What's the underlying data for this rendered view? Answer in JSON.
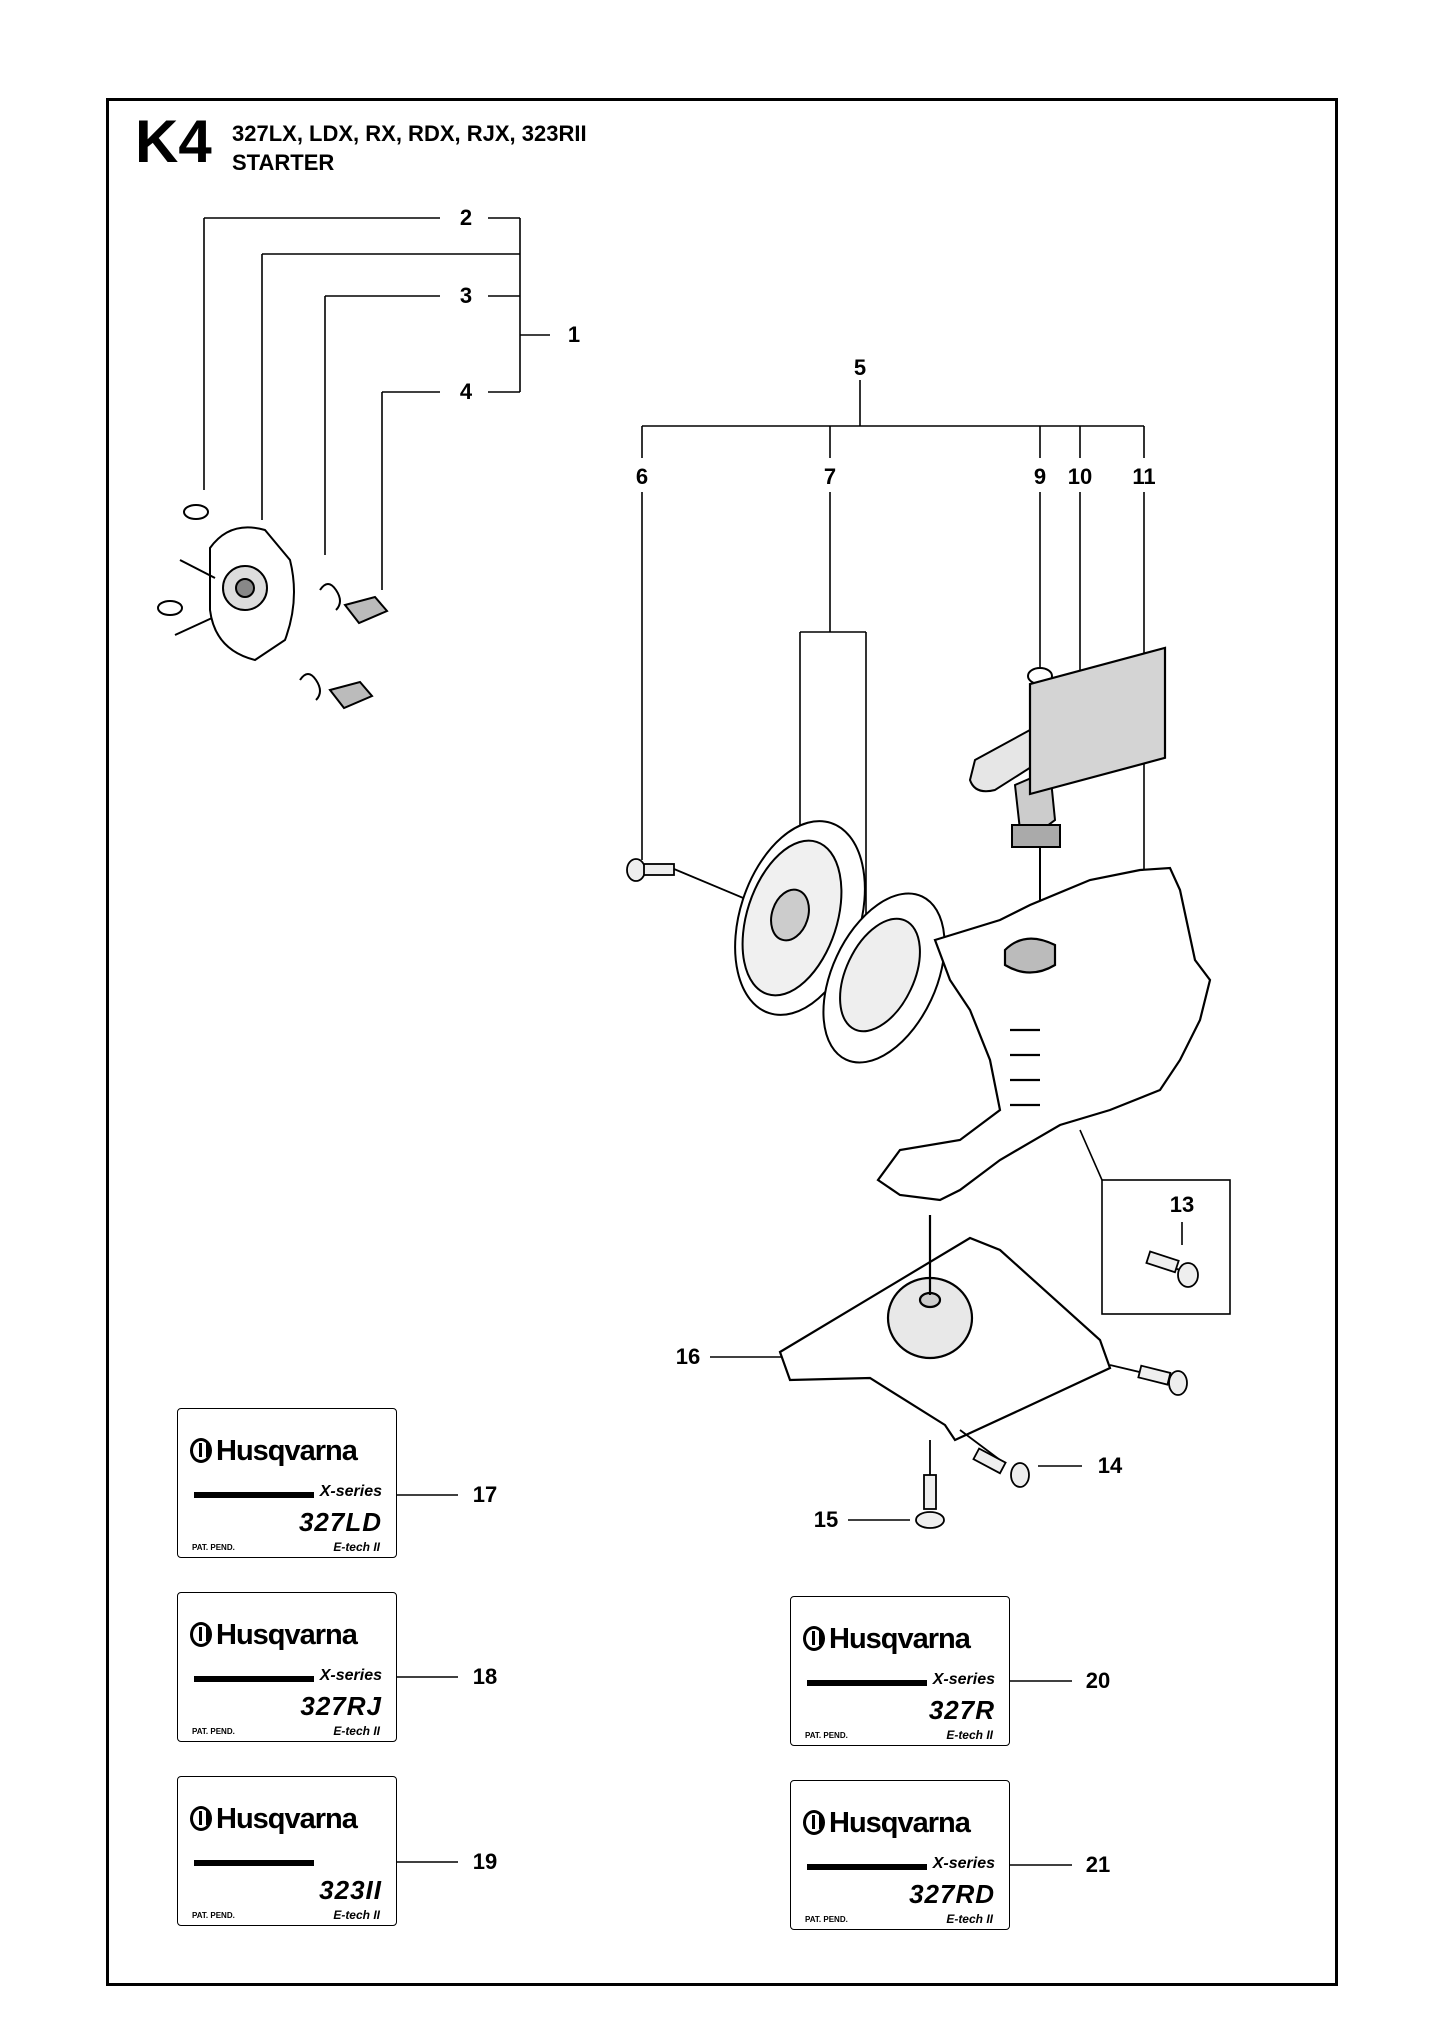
{
  "header": {
    "code": "K4",
    "models": "327LX, LDX, RX, RDX, RJX, 323RII",
    "title": "STARTER"
  },
  "callouts": {
    "c1": "1",
    "c2": "2",
    "c3": "3",
    "c4": "4",
    "c5": "5",
    "c6": "6",
    "c7": "7",
    "c9": "9",
    "c10": "10",
    "c11": "11",
    "c13": "13",
    "c14": "14",
    "c15": "15",
    "c16": "16",
    "c17": "17",
    "c18": "18",
    "c19": "19",
    "c20": "20",
    "c21": "21"
  },
  "decals": [
    {
      "brand": "Husqvarna",
      "series": "X-series",
      "model": "327LD",
      "pat": "PAT. PEND.",
      "etech": "E-tech II"
    },
    {
      "brand": "Husqvarna",
      "series": "X-series",
      "model": "327RJ",
      "pat": "PAT. PEND.",
      "etech": "E-tech II"
    },
    {
      "brand": "Husqvarna",
      "series": "",
      "model": "323II",
      "pat": "PAT. PEND.",
      "etech": "E-tech II"
    },
    {
      "brand": "Husqvarna",
      "series": "X-series",
      "model": "327R",
      "pat": "PAT. PEND.",
      "etech": "E-tech II"
    },
    {
      "brand": "Husqvarna",
      "series": "X-series",
      "model": "327RD",
      "pat": "PAT. PEND.",
      "etech": "E-tech II"
    }
  ]
}
